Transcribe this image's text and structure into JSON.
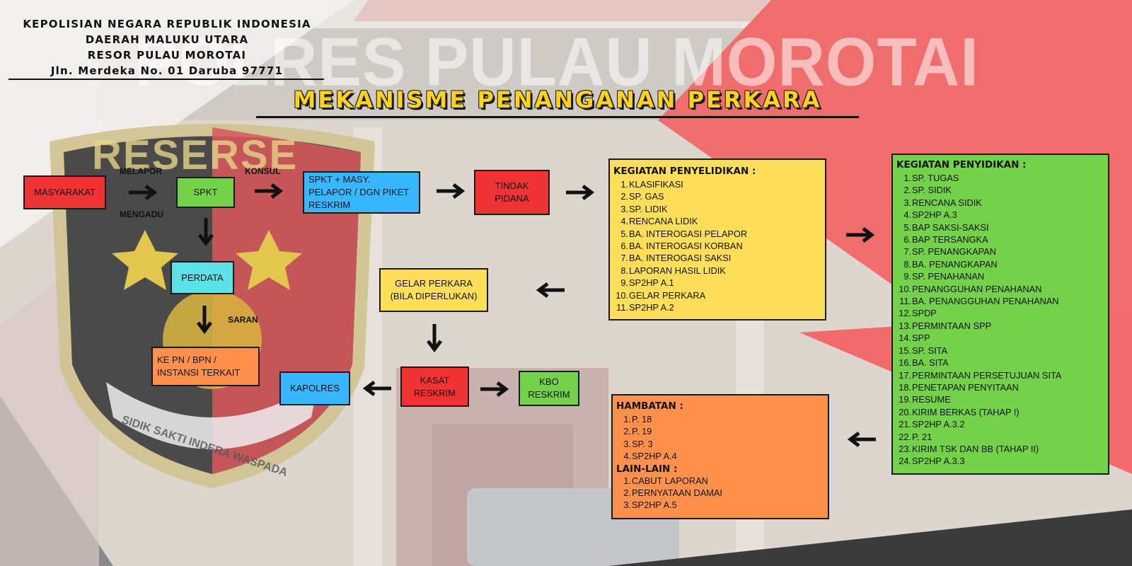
{
  "header": {
    "line1": "KEPOLISIAN NEGARA REPUBLIK INDONESIA",
    "line2": "DAERAH MALUKU UTARA",
    "line3": "RESOR PULAU MOROTAI",
    "line4": "Jln. Merdeka No. 01 Daruba 97771"
  },
  "background_sign": "POLRES PULAU MOROTAI",
  "title": "MEKANISME PENANGANAN PERKARA",
  "colors": {
    "red": "#f03436",
    "green": "#73d24a",
    "blue": "#38b6ff",
    "cyan": "#5ce1e6",
    "yellow": "#ffde59",
    "orange": "#ff914d",
    "title_yellow": "#ffd21f"
  },
  "nodes": {
    "masyarakat": "MASYARAKAT",
    "spkt": "SPKT",
    "spkt_piket": "SPKT + MASY. PELAPOR / DGN PIKET RESKRIM",
    "tindak_pidana": "TINDAK PIDANA",
    "perdata": "PERDATA",
    "ke_pn": "KE PN / BPN / INSTANSI TERKAIT",
    "gelar_perkara": "GELAR PERKARA (BILA DIPERLUKAN)",
    "kasat_reskrim": "KASAT RESKRIM",
    "kapolres": "KAPOLRES",
    "kbo_reskrim": "KBO RESKRIM"
  },
  "labels": {
    "melapor": "MELAPOR",
    "mengadu": "MENGADU",
    "konsul": "KONSUL",
    "saran": "SARAN"
  },
  "penyelidikan": {
    "title": "KEGIATAN PENYELIDIKAN :",
    "items": [
      "KLASIFIKASI",
      "SP. GAS",
      "SP. LIDIK",
      "RENCANA LIDIK",
      "BA. INTEROGASI PELAPOR",
      "BA. INTEROGASI KORBAN",
      "BA. INTEROGASI SAKSI",
      "LAPORAN HASIL LIDIK",
      "SP2HP A.1",
      "GELAR PERKARA",
      "SP2HP A.2"
    ]
  },
  "penyidikan": {
    "title": "KEGIATAN PENYIDIKAN :",
    "items": [
      "SP. TUGAS",
      "SP. SIDIK",
      "RENCANA SIDIK",
      "SP2HP A.3",
      "BAP SAKSI-SAKSI",
      "BAP TERSANGKA",
      "SP. PENANGKAPAN",
      "BA. PENANGKAPAN",
      "SP. PENAHANAN",
      "PENANGGUHAN PENAHANAN",
      "BA. PENANGGUHAN PENAHANAN",
      "SPDP",
      "PERMINTAAN SPP",
      "SPP",
      "SP. SITA",
      "BA. SITA",
      "PERMINTAAN PERSETUJUAN SITA",
      "PENETAPAN PENYITAAN",
      "RESUME",
      "KIRIM BERKAS (TAHAP I)",
      "SP2HP A.3.2",
      "P. 21",
      "KIRIM TSK DAN BB (TAHAP II)",
      "SP2HP A.3.3"
    ]
  },
  "hambatan": {
    "title": "HAMBATAN :",
    "items": [
      "P. 18",
      "P. 19",
      "SP. 3",
      "SP2HP A.4"
    ],
    "lain_title": "LAIN-LAIN :",
    "lain_items": [
      "CABUT LAPORAN",
      "PERNYATAAN DAMAI",
      "SP2HP A.5"
    ]
  },
  "emblem": {
    "top_text": "RESERSE",
    "motto": "SIDIK SAKTI INDERA WASPADA"
  }
}
